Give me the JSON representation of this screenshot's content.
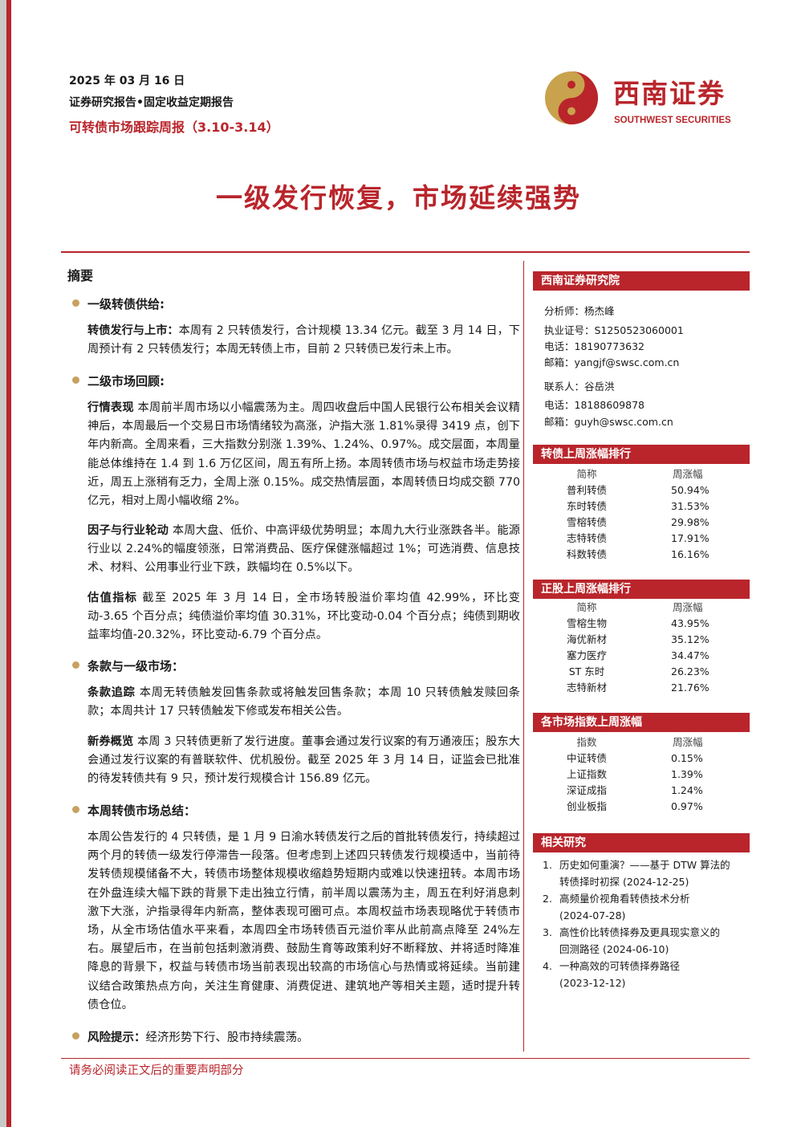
{
  "header": {
    "date": "2025 年 03 月 16 日",
    "report_type": "证券研究报告•固定收益定期报告",
    "series": "可转债市场跟踪周报（3.10-3.14）"
  },
  "logo": {
    "cn": "西南证券",
    "en": "SOUTHWEST SECURITIES"
  },
  "title": "一级发行恢复，市场延续强势",
  "summary": {
    "heading": "摘要",
    "s1_title": "一级转债供给:",
    "p1_label": "转债发行与上市：",
    "p1_text": "本周有 2 只转债发行，合计规模 13.34 亿元。截至 3 月 14 日，下周预计有 2 只转债发行；本周无转债上市，目前 2 只转债已发行未上市。",
    "s2_title": "二级市场回顾:",
    "p2_label": "行情表现",
    "p2_text": " 本周前半周市场以小幅震荡为主。周四收盘后中国人民银行公布相关会议精神后，本周最后一个交易日市场情绪较为高涨，沪指大涨 1.81%录得 3419 点，创下年内新高。全周来看，三大指数分别涨 1.39%、1.24%、0.97%。成交层面，本周量能总体维持在 1.4 到 1.6 万亿区间，周五有所上扬。本周转债市场与权益市场走势接近，周五上涨稍有乏力，全周上涨 0.15%。成交热情层面，本周转债日均成交额 770 亿元，相对上周小幅收缩 2%。",
    "p3_label": "因子与行业轮动",
    "p3_text": " 本周大盘、低价、中高评级优势明显；本周九大行业涨跌各半。能源行业以 2.24%的幅度领涨，日常消费品、医疗保健涨幅超过 1%；可选消费、信息技术、材料、公用事业行业下跌，跌幅均在 0.5%以下。",
    "p4_label": "估值指标",
    "p4_text": " 截至 2025 年 3 月 14 日，全市场转股溢价率均值 42.99%，环比变动-3.65 个百分点；纯债溢价率均值 30.31%，环比变动-0.04 个百分点；纯债到期收益率均值-20.32%，环比变动-6.79 个百分点。",
    "s3_title": "条款与一级市场：",
    "p5_label": "条款追踪",
    "p5_text": " 本周无转债触发回售条款或将触发回售条款；本周 10 只转债触发赎回条款；本周共计 17 只转债触发下修或发布相关公告。",
    "p6_label": "新券概览",
    "p6_text": " 本周 3 只转债更新了发行进度。董事会通过发行议案的有万通液压；股东大会通过发行议案的有普联软件、优机股份。截至 2025 年 3 月 14 日，证监会已批准的待发转债共有 9 只，预计发行规模合计 156.89 亿元。",
    "s4_title": "本周转债市场总结：",
    "p7_text": "本周公告发行的 4 只转债，是 1 月 9 日渝水转债发行之后的首批转债发行，持续超过两个月的转债一级发行停滞告一段落。但考虑到上述四只转债发行规模适中，当前待发转债规模储备不大，转债市场整体规模收缩趋势短期内或难以快速扭转。本周市场在外盘连续大幅下跌的背景下走出独立行情，前半周以震荡为主，周五在利好消息刺激下大涨，沪指录得年内新高，整体表现可圈可点。本周权益市场表现略优于转债市场，从全市场估值水平来看，本周四全市场转债百元溢价率从此前高点降至 24%左右。展望后市，在当前包括刺激消费、鼓励生育等政策利好不断释放、并将适时降准降息的背景下，权益与转债市场当前表现出较高的市场信心与热情或将延续。当前建议结合政策热点方向，关注生育健康、消费促进、建筑地产等相关主题，适时提升转债仓位。",
    "risk_label": "风险提示：",
    "risk_text": "经济形势下行、股市持续震荡。"
  },
  "sidebar": {
    "institute": "西南证券研究院",
    "analyst": "分析师：杨杰峰",
    "license": "执业证号：S1250523060001",
    "phone1": "电话：18190773632",
    "email1": "邮箱：yangjf@swsc.com.cn",
    "contact": "联系人：谷岳洪",
    "phone2": "电话：18188609878",
    "email2": "邮箱：guyh@swsc.com.cn",
    "t1_title": "转债上周涨幅排行",
    "t1_head": [
      "简称",
      "周涨幅"
    ],
    "t1_rows": [
      [
        "普利转债",
        "50.94%"
      ],
      [
        "东时转债",
        "31.53%"
      ],
      [
        "雪榕转债",
        "29.98%"
      ],
      [
        "志特转债",
        "17.91%"
      ],
      [
        "科数转债",
        "16.16%"
      ]
    ],
    "t2_title": "正股上周涨幅排行",
    "t2_head": [
      "简称",
      "周涨幅"
    ],
    "t2_rows": [
      [
        "雪榕生物",
        "43.95%"
      ],
      [
        "海优新材",
        "35.12%"
      ],
      [
        "塞力医疗",
        "34.47%"
      ],
      [
        "ST 东时",
        "26.23%"
      ],
      [
        "志特新材",
        "21.76%"
      ]
    ],
    "t3_title": "各市场指数上周涨幅",
    "t3_head": [
      "指数",
      "周涨幅"
    ],
    "t3_rows": [
      [
        "中证转债",
        "0.15%"
      ],
      [
        "上证指数",
        "1.39%"
      ],
      [
        "深证成指",
        "1.24%"
      ],
      [
        "创业板指",
        "0.97%"
      ]
    ],
    "research_title": "相关研究",
    "research": [
      {
        "num": "1.",
        "line1": "历史如何重演？——基于 DTW 算法的",
        "line2": "转债择时初探  (2024-12-25)"
      },
      {
        "num": "2.",
        "line1": "高频量价视角看转债技术分析",
        "line2": "(2024-07-28)"
      },
      {
        "num": "3.",
        "line1": "高性价比转债择券及更具现实意义的",
        "line2": "回测路径  (2024-06-10)"
      },
      {
        "num": "4.",
        "line1": "一种高效的可转债择券路径",
        "line2": "(2023-12-12)"
      }
    ]
  },
  "footer": "请务必阅读正文后的重要声明部分"
}
